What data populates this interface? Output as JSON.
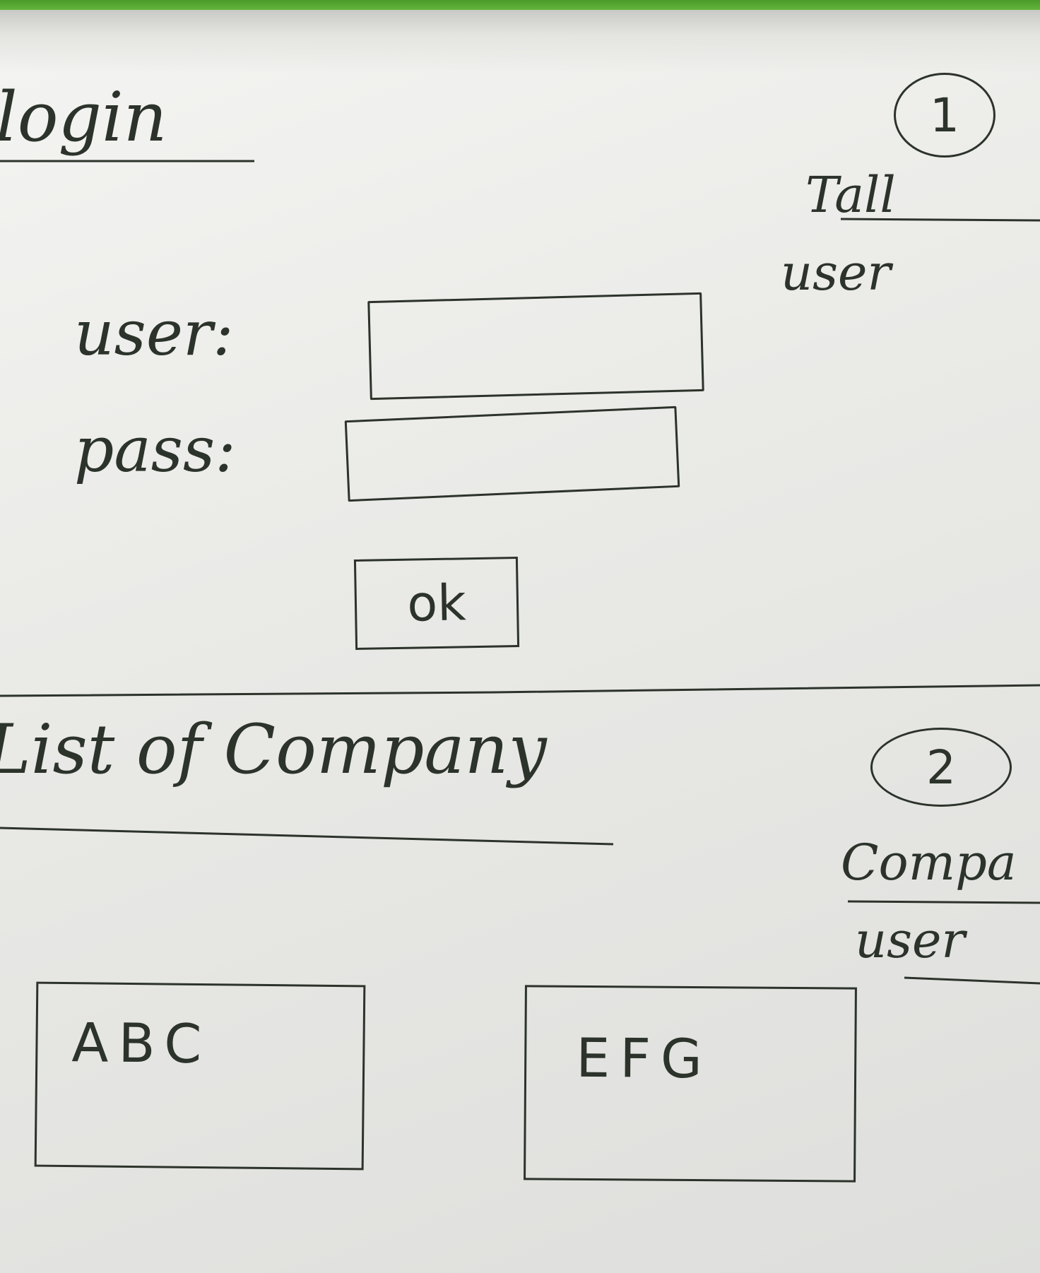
{
  "screen1": {
    "title": "login",
    "number": "1",
    "user_label": "user:",
    "pass_label": "pass:",
    "user_value": "",
    "pass_value": "",
    "ok_label": "ok",
    "side_note_1": "Tall",
    "side_note_2": "user"
  },
  "screen2": {
    "title": "List of Company",
    "number": "2",
    "companies": [
      "ABC",
      "EFG"
    ],
    "side_note_1": "Compa",
    "side_note_2": "user"
  },
  "colors": {
    "ink": "#2c332b",
    "paper": "#f0f0ee",
    "edge": "#5aad34"
  }
}
